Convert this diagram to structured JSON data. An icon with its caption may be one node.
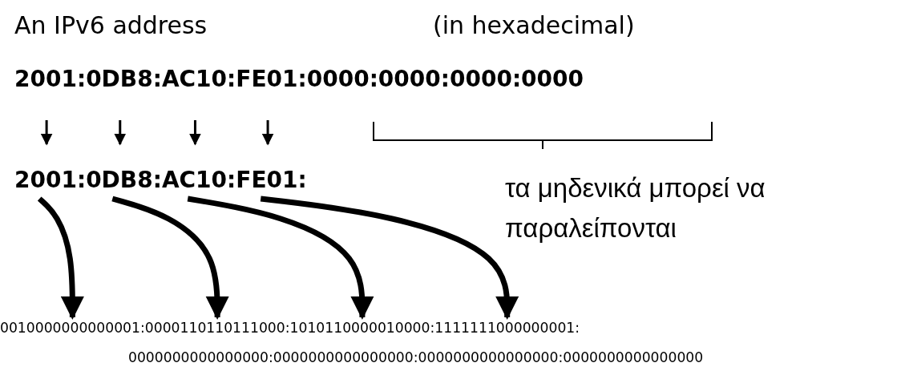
{
  "diagram": {
    "nodes": [
      {
        "text": [
          "2001:"
        ]
      },
      {
        "text": [
          "0DB8:"
        ]
      },
      {
        "text": [
          "AC10:"
        ]
      },
      {
        "text": [
          "FE01:"
        ]
      },
      {
        "text": [
          "0000:0000:0000:0000"
        ]
      },
      {
        "text": [
          "2001:"
        ]
      },
      {
        "text": [
          "0DB8:"
        ]
      },
      {
        "text": [
          "AC10:"
        ]
      },
      {
        "text": [
          "FE01:"
        ]
      },
      {
        "text": [
          "0010000000000001:"
        ]
      },
      {
        "text": [
          "0000110110111000:"
        ]
      },
      {
        "text": [
          "1010110000010000:"
        ]
      },
      {
        "text": [
          "1111111000000001:"
        ]
      }
    ],
    "edges": [
      {
        "from": 0,
        "to": 5,
        "arrow": "to"
      },
      {
        "from": 1,
        "to": 6,
        "arrow": "to"
      },
      {
        "from": 2,
        "to": 7,
        "arrow": "to"
      },
      {
        "from": 3,
        "to": 8,
        "arrow": "to"
      },
      {
        "from": 5,
        "to": 9,
        "arrow": "to",
        "style": "thick"
      },
      {
        "from": 6,
        "to": 10,
        "arrow": "to",
        "style": "thick"
      },
      {
        "from": 7,
        "to": 11,
        "arrow": "to",
        "style": "thick"
      },
      {
        "from": 8,
        "to": 12,
        "arrow": "to",
        "style": "thick"
      }
    ],
    "labels": [
      "An IPv6 address",
      "(in hexadecimal)",
      "τα μηδενικά μπορεί να παραλείπονται",
      "0000000000000000:0000000000000000:0000000000000000:0000000000000000"
    ]
  }
}
